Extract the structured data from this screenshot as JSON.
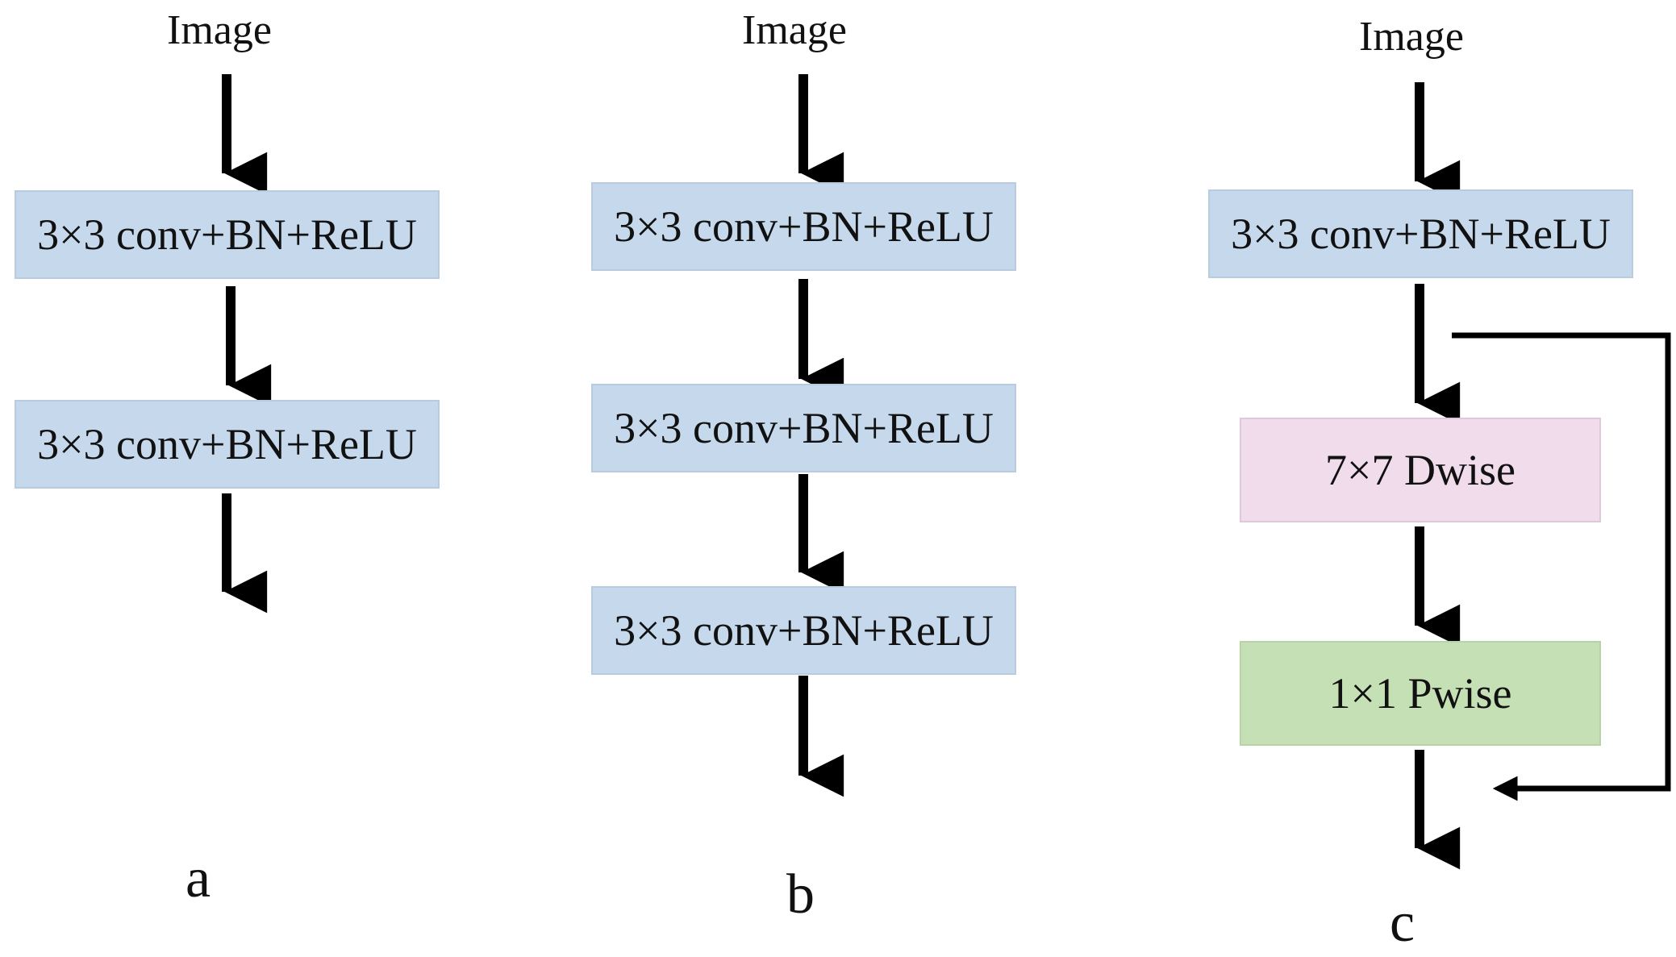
{
  "panels": {
    "a": {
      "input_label": "Image",
      "blocks": [
        "3×3 conv+BN+ReLU",
        "3×3 conv+BN+ReLU"
      ],
      "caption": "a"
    },
    "b": {
      "input_label": "Image",
      "blocks": [
        "3×3 conv+BN+ReLU",
        "3×3 conv+BN+ReLU",
        "3×3 conv+BN+ReLU"
      ],
      "caption": "b"
    },
    "c": {
      "input_label": "Image",
      "blocks": [
        "3×3 conv+BN+ReLU",
        "7×7 Dwise",
        "1×1 Pwise"
      ],
      "caption": "c"
    }
  },
  "colors": {
    "conv_block": "#c5d8ec",
    "dwise_block": "#f0dceb",
    "pwise_block": "#c5e0b4",
    "arrow": "#000000"
  }
}
